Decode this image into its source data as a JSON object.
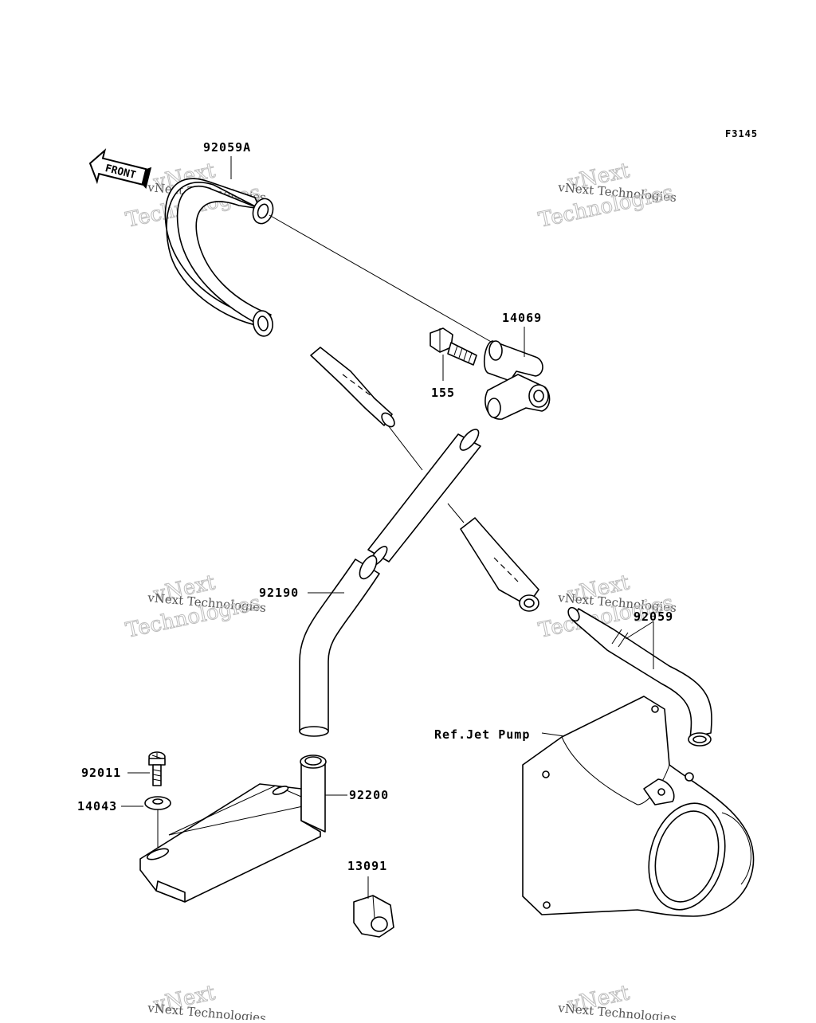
{
  "diagram_code": "F3145",
  "front_marker": "FRONT",
  "watermark": {
    "line1": "vNext Technologies",
    "line2": "vNext",
    "line3": "Technologies"
  },
  "callouts": [
    {
      "id": "92059A",
      "label": "92059A"
    },
    {
      "id": "14069",
      "label": "14069"
    },
    {
      "id": "155",
      "label": "155"
    },
    {
      "id": "92190",
      "label": "92190"
    },
    {
      "id": "92059",
      "label": "92059"
    },
    {
      "id": "ref-jet-pump",
      "label": "Ref.Jet Pump"
    },
    {
      "id": "92011",
      "label": "92011"
    },
    {
      "id": "14043",
      "label": "14043"
    },
    {
      "id": "92200",
      "label": "92200"
    },
    {
      "id": "13091",
      "label": "13091"
    }
  ]
}
